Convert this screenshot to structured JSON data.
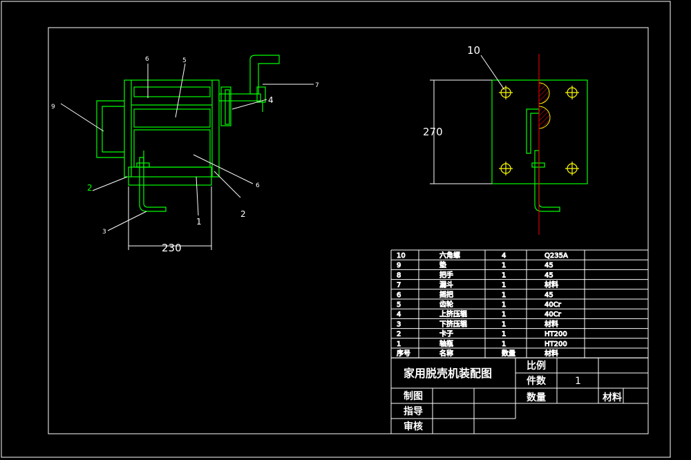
{
  "colors": {
    "background": "#000000",
    "frame": "#ffffff",
    "part": "#00ff00",
    "hole": "#ffff00",
    "centerline": "#ff0000"
  },
  "front_view": {
    "callouts": [
      "6",
      "5",
      "9",
      "7",
      "4",
      "2",
      "6",
      "2",
      "3",
      "1"
    ],
    "dimension": "230"
  },
  "side_view": {
    "callout": "10",
    "dimension": "270"
  },
  "bom": {
    "rows": [
      {
        "no": "10",
        "name": "六角螺",
        "qty": "4",
        "material": "Q235A"
      },
      {
        "no": "9",
        "name": "垫",
        "qty": "1",
        "material": "45"
      },
      {
        "no": "8",
        "name": "把手",
        "qty": "1",
        "material": "45"
      },
      {
        "no": "7",
        "name": "漏斗",
        "qty": "1",
        "material": "材料"
      },
      {
        "no": "6",
        "name": "摇把",
        "qty": "1",
        "material": "45"
      },
      {
        "no": "5",
        "name": "齿轮",
        "qty": "1",
        "material": "40Cr"
      },
      {
        "no": "4",
        "name": "上挤压辊",
        "qty": "1",
        "material": "40Cr"
      },
      {
        "no": "3",
        "name": "下挤压辊",
        "qty": "1",
        "material": "材料"
      },
      {
        "no": "2",
        "name": "卡子",
        "qty": "1",
        "material": "HT200"
      },
      {
        "no": "1",
        "name": "轴瓶",
        "qty": "1",
        "material": "HT200"
      }
    ],
    "header": {
      "no": "序号",
      "name": "名称",
      "qty": "数量",
      "material": "材料"
    }
  },
  "title_block": {
    "title": "家用脱壳机装配图",
    "scale_label": "比例",
    "count_label": "件数",
    "count_value": "1",
    "drawn_label": "制图",
    "guide_label": "指导",
    "review_label": "审核",
    "qty_label": "数量",
    "material_label": "材料"
  }
}
